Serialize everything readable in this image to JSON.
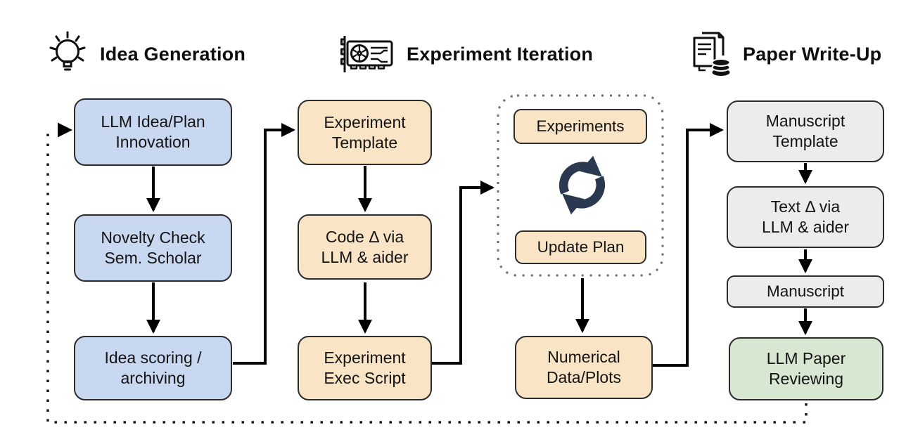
{
  "figure_title": "AI research workflow diagram",
  "sections": [
    {
      "id": "idea-generation",
      "title": "Idea Generation",
      "icon": "lightbulb-icon"
    },
    {
      "id": "experiment-iteration",
      "title": "Experiment Iteration",
      "icon": "gpu-icon"
    },
    {
      "id": "paper-write-up",
      "title": "Paper Write-Up",
      "icon": "paper-database-icon"
    }
  ],
  "nodes": {
    "llm_idea_plan_innovation": "LLM Idea/Plan\nInnovation",
    "novelty_check": "Novelty Check\nSem. Scholar",
    "idea_scoring": "Idea scoring /\narchiving",
    "experiment_template": "Experiment\nTemplate",
    "code_delta": "Code Δ via\nLLM & aider",
    "experiment_exec_script": "Experiment\nExec Script",
    "experiments": "Experiments",
    "update_plan": "Update Plan",
    "numerical_data_plots": "Numerical\nData/Plots",
    "manuscript_template": "Manuscript\nTemplate",
    "text_delta": "Text Δ via\nLLM & aider",
    "manuscript": "Manuscript",
    "llm_paper_reviewing": "LLM Paper\nReviewing"
  },
  "icons": {
    "loop": "cycle-icon",
    "idea": "lightbulb-icon",
    "experiment": "gpu-icon",
    "writeup": "paper-database-icon"
  },
  "colors": {
    "idea-fill": "#c9d8f1",
    "experiment-fill": "#f9e4c6",
    "writeup-fill": "#ececec",
    "review-fill": "#d8e7d2",
    "box-border": "#2b2b2b",
    "arrow": "#000000",
    "cycle-icon": "#2a3950",
    "dotted-container": "#6e6e6e",
    "feedback-dots": "#1a1a1a"
  }
}
